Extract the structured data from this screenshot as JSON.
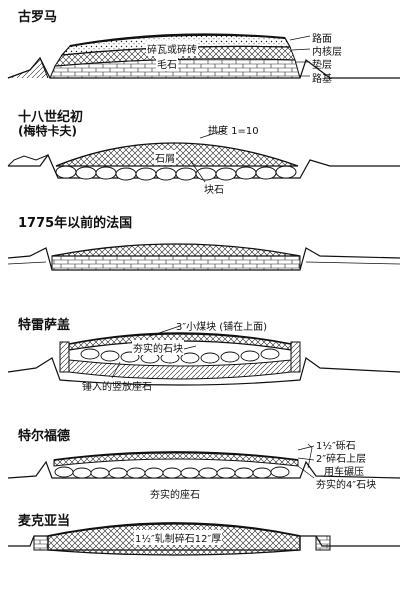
{
  "panels": [
    {
      "title": "古罗马",
      "labels": {
        "a": "碎瓦或碎砖",
        "b": "毛石",
        "c": "路面",
        "d": "内核层",
        "e": "垫层",
        "f": "路基"
      }
    },
    {
      "title": "十八世纪初",
      "subtitle": "(梅特卡夫)",
      "labels": {
        "a": "拱度 1=10",
        "b": "石屑",
        "c": "块石"
      }
    },
    {
      "title": "1775年以前的法国",
      "labels": {}
    },
    {
      "title": "特雷萨盖",
      "labels": {
        "a": "3″小煤块 (铺在上面)",
        "b": "夯实的石块",
        "c": "锤入的竖放座石"
      }
    },
    {
      "title": "特尔福德",
      "labels": {
        "a": "1½″砾石",
        "b": "2″碎石上层",
        "c": "用车碾压",
        "d": "夯实的4″石块",
        "e": "夯实的座石"
      }
    },
    {
      "title": "麦克亚当",
      "labels": {
        "a": "1½″轧制碎石12″厚"
      }
    }
  ]
}
